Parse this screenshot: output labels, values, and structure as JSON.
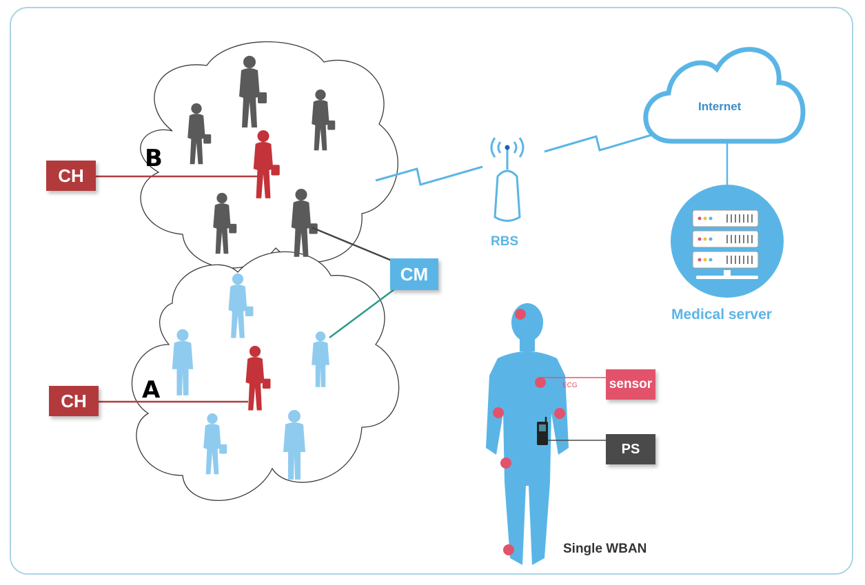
{
  "labels": {
    "ch_top": "CH",
    "ch_bottom": "CH",
    "cluster_b": "B",
    "cluster_a": "A",
    "cm": "CM",
    "rbs": "RBS",
    "internet": "Internet",
    "medical_server": "Medical server",
    "sensor": "sensor",
    "ecg": "ECG",
    "ps": "PS",
    "single_wban": "Single WBAN"
  },
  "colors": {
    "frame": "#a9d3e6",
    "accent_blue": "#5ab5e6",
    "cluster_head_red": "#b23a3c",
    "member_gray": "#5a5a5a",
    "sensor_red": "#e2536b",
    "ps_gray": "#4a4a4a"
  }
}
